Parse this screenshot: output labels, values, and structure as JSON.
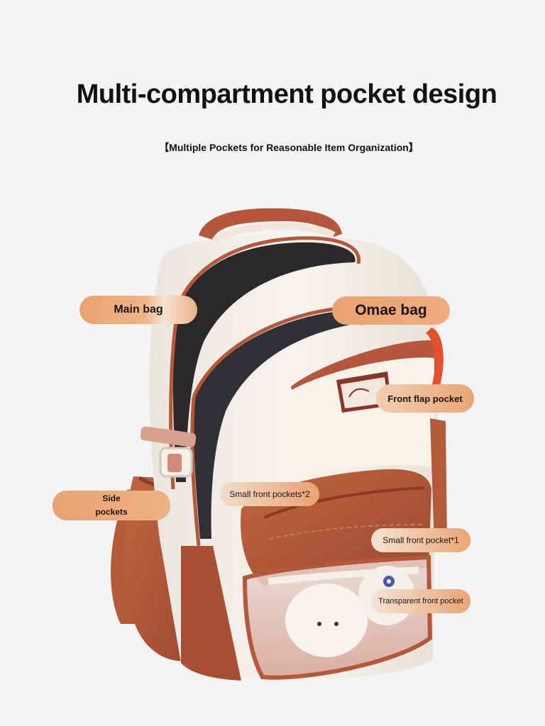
{
  "heading": {
    "title": "Multi-compartment pocket design",
    "subtitle": "【Multiple Pockets for Reasonable Item Organization】"
  },
  "callouts": {
    "main_bag": "Main bag",
    "omae_bag": "Omae bag",
    "front_flap_pocket": "Front flap pocket",
    "side_pockets_line1": "Side",
    "side_pockets_line2": "pockets",
    "small_front_pockets_2": "Small front pockets*2",
    "small_front_pocket_1": "Small front pocket*1",
    "transparent_front_pocket": "Transparent front pocket"
  },
  "product": {
    "image": "backpack-photo",
    "colors": {
      "body": "#f3efe9",
      "trim": "#b5573a",
      "lining": "#2c2a2c",
      "buckle": "#d9a08f",
      "zipper_pull": "#e2502c",
      "label": "#ef9d66"
    }
  }
}
